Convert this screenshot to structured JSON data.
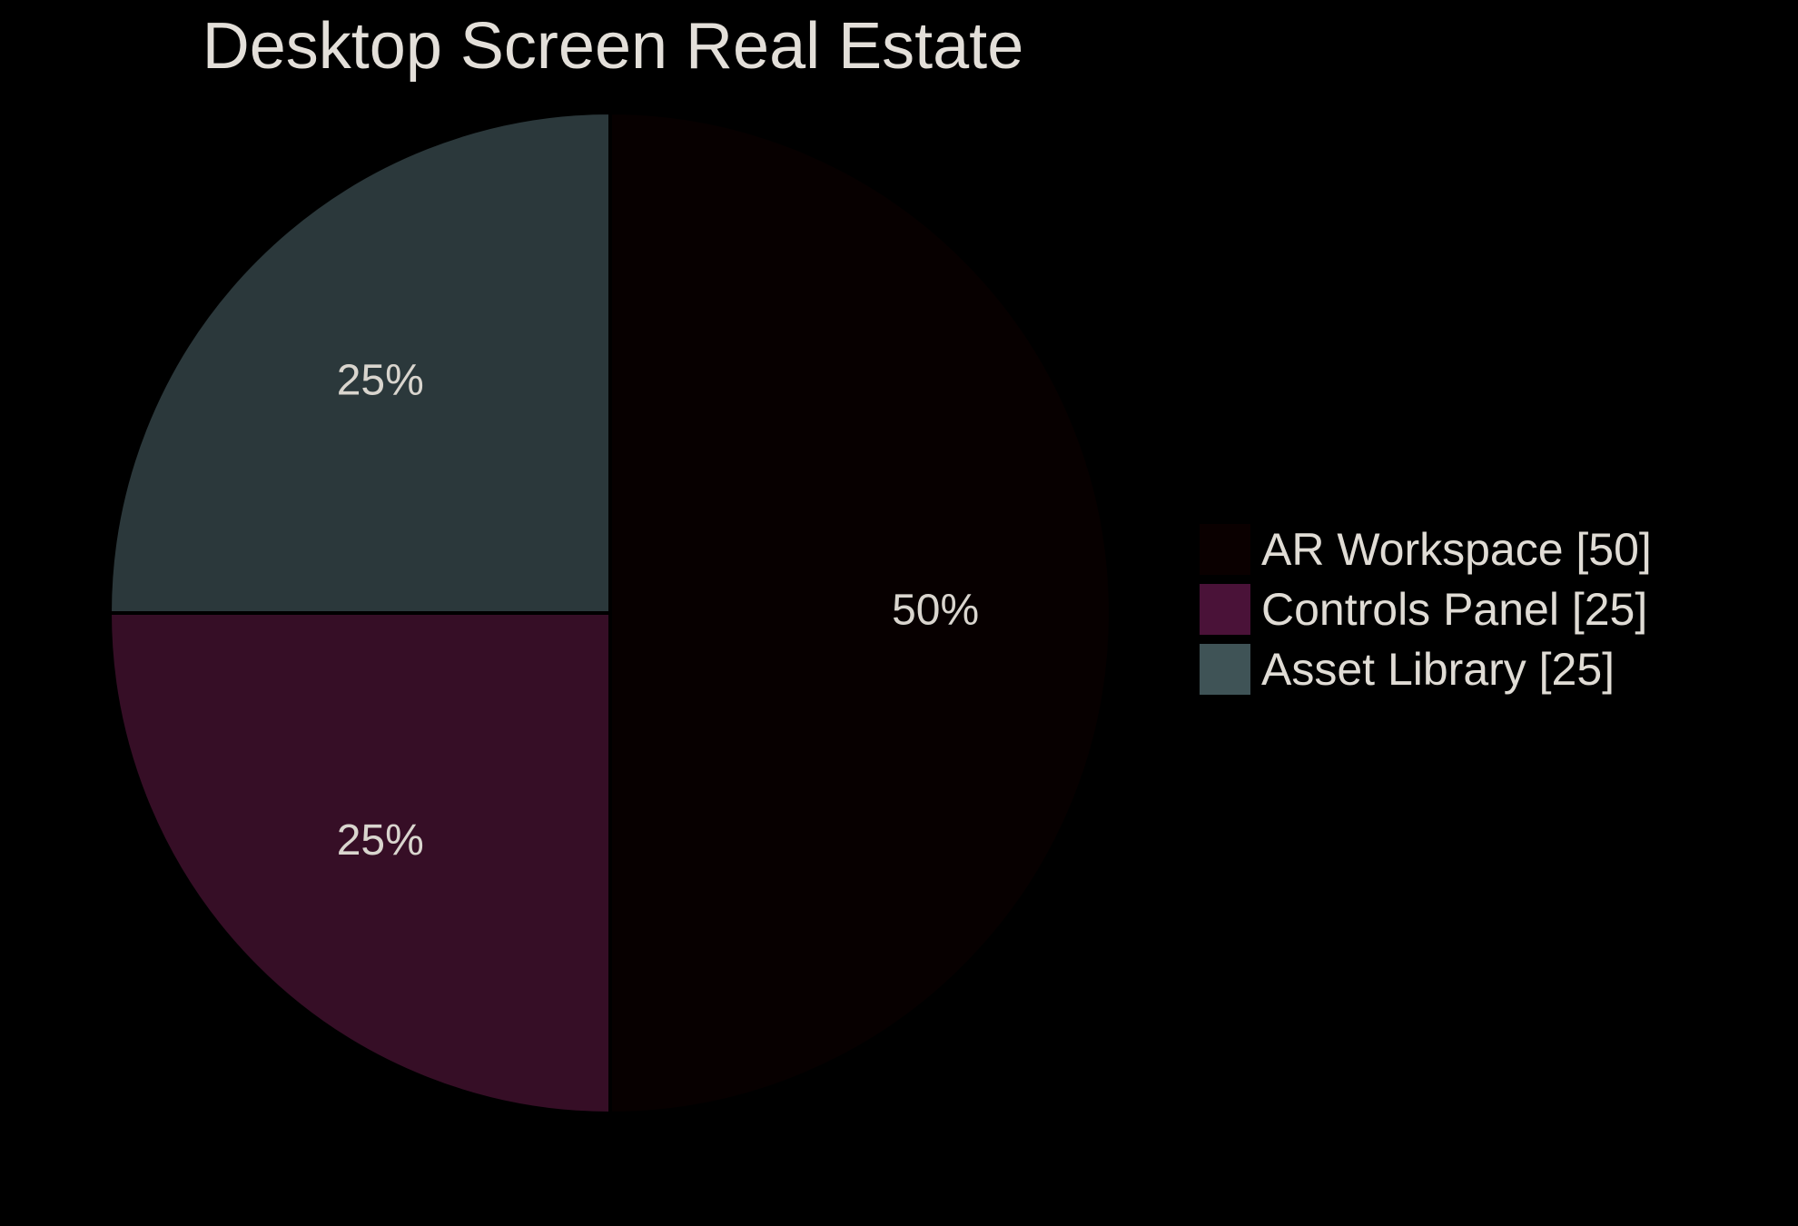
{
  "chart_data": {
    "type": "pie",
    "title": "Desktop Screen Real Estate",
    "categories": [
      "AR Workspace",
      "Controls Panel",
      "Asset Library"
    ],
    "values": [
      50,
      25,
      25
    ],
    "percent_labels": [
      "50%",
      "25%",
      "25%"
    ],
    "legend_labels": [
      "AR Workspace [50]",
      "Controls Panel [25]",
      "Asset Library [25]"
    ],
    "slice_colors": [
      "#070000",
      "#360e26",
      "#2b383b"
    ],
    "legend_colors": [
      "#0a0000",
      "#4a1238",
      "#3f5356"
    ],
    "legend_position": "right",
    "start_angle": "12 o'clock",
    "direction": "clockwise"
  }
}
